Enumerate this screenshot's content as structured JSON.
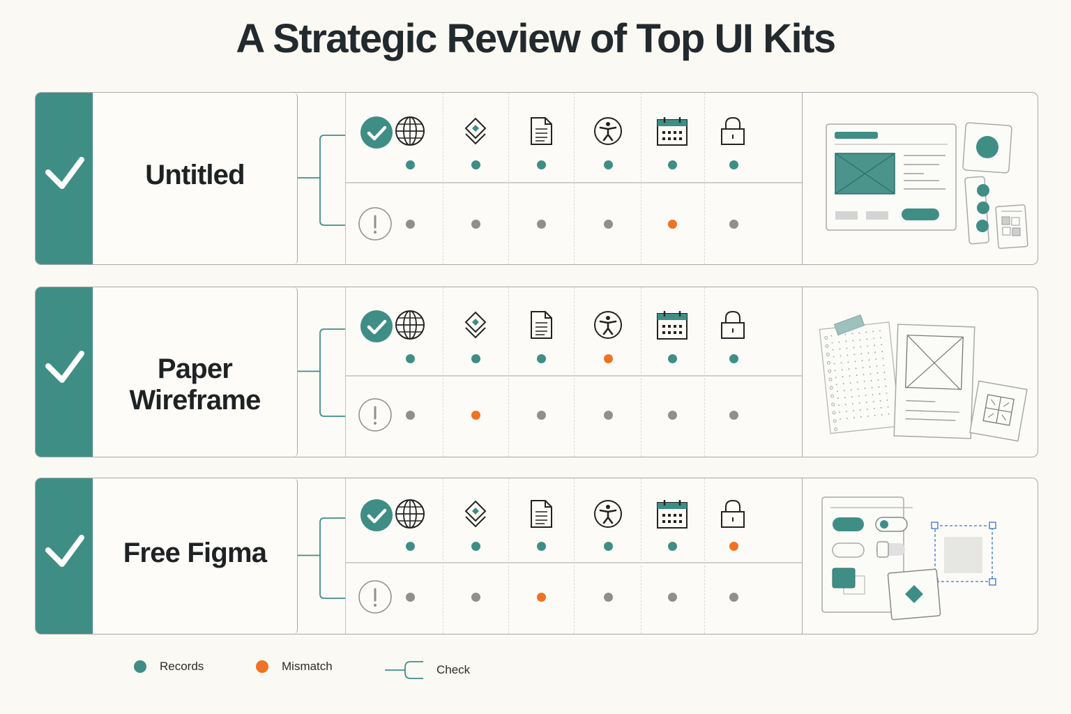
{
  "title": "A Strategic Review of Top UI Kits",
  "colors": {
    "records": "#3f8e86",
    "mismatch": "#ee7322",
    "neutral": "#8f8f8f",
    "accent": "#3f8e86"
  },
  "categories": [
    "globe-icon",
    "diamond-layers-icon",
    "document-icon",
    "accessibility-icon",
    "calendar-icon",
    "lock-icon"
  ],
  "kits": [
    {
      "name": "Untitled",
      "records_row": [
        "records",
        "records",
        "records",
        "records",
        "records",
        "records"
      ],
      "check_row": [
        "neutral",
        "neutral",
        "neutral",
        "neutral",
        "mismatch",
        "neutral"
      ],
      "thumbnail": "dashboard-layout-thumbnail"
    },
    {
      "name": "Paper Wireframe",
      "records_row": [
        "records",
        "records",
        "records",
        "mismatch",
        "records",
        "records"
      ],
      "check_row": [
        "neutral",
        "mismatch",
        "neutral",
        "neutral",
        "neutral",
        "neutral"
      ],
      "thumbnail": "paper-sketch-thumbnail"
    },
    {
      "name": "Free Figma",
      "records_row": [
        "records",
        "records",
        "records",
        "records",
        "records",
        "mismatch"
      ],
      "check_row": [
        "neutral",
        "neutral",
        "mismatch",
        "neutral",
        "neutral",
        "neutral"
      ],
      "thumbnail": "figma-components-thumbnail"
    }
  ],
  "legend": {
    "records_label": "Records",
    "mismatch_label": "Mismatch",
    "check_label": "Check"
  }
}
